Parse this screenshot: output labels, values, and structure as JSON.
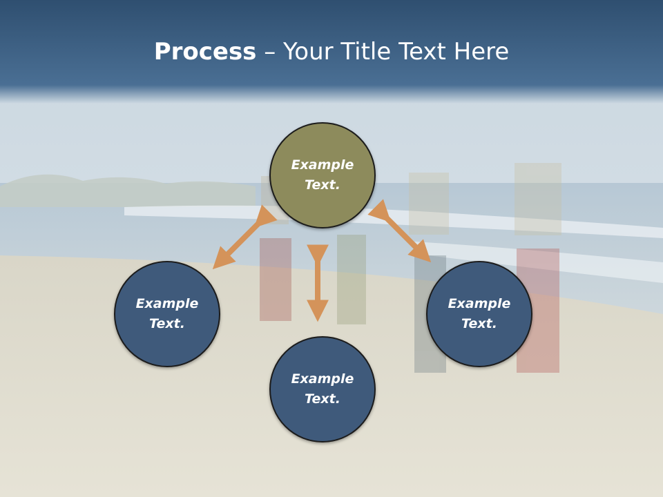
{
  "slide": {
    "title_bold": "Process",
    "title_rest": " – Your Title Text Here",
    "colors": {
      "title_bar": "#3e6489",
      "node_center": "#8d8b5c",
      "node_other": "#3f5a7b",
      "arrow": "#d4935a"
    },
    "nodes": [
      {
        "id": "top",
        "line1": "Example",
        "line2": "Text."
      },
      {
        "id": "left",
        "line1": "Example",
        "line2": "Text."
      },
      {
        "id": "right",
        "line1": "Example",
        "line2": "Text."
      },
      {
        "id": "bottom",
        "line1": "Example",
        "line2": "Text."
      }
    ],
    "background": "beach-photo"
  }
}
